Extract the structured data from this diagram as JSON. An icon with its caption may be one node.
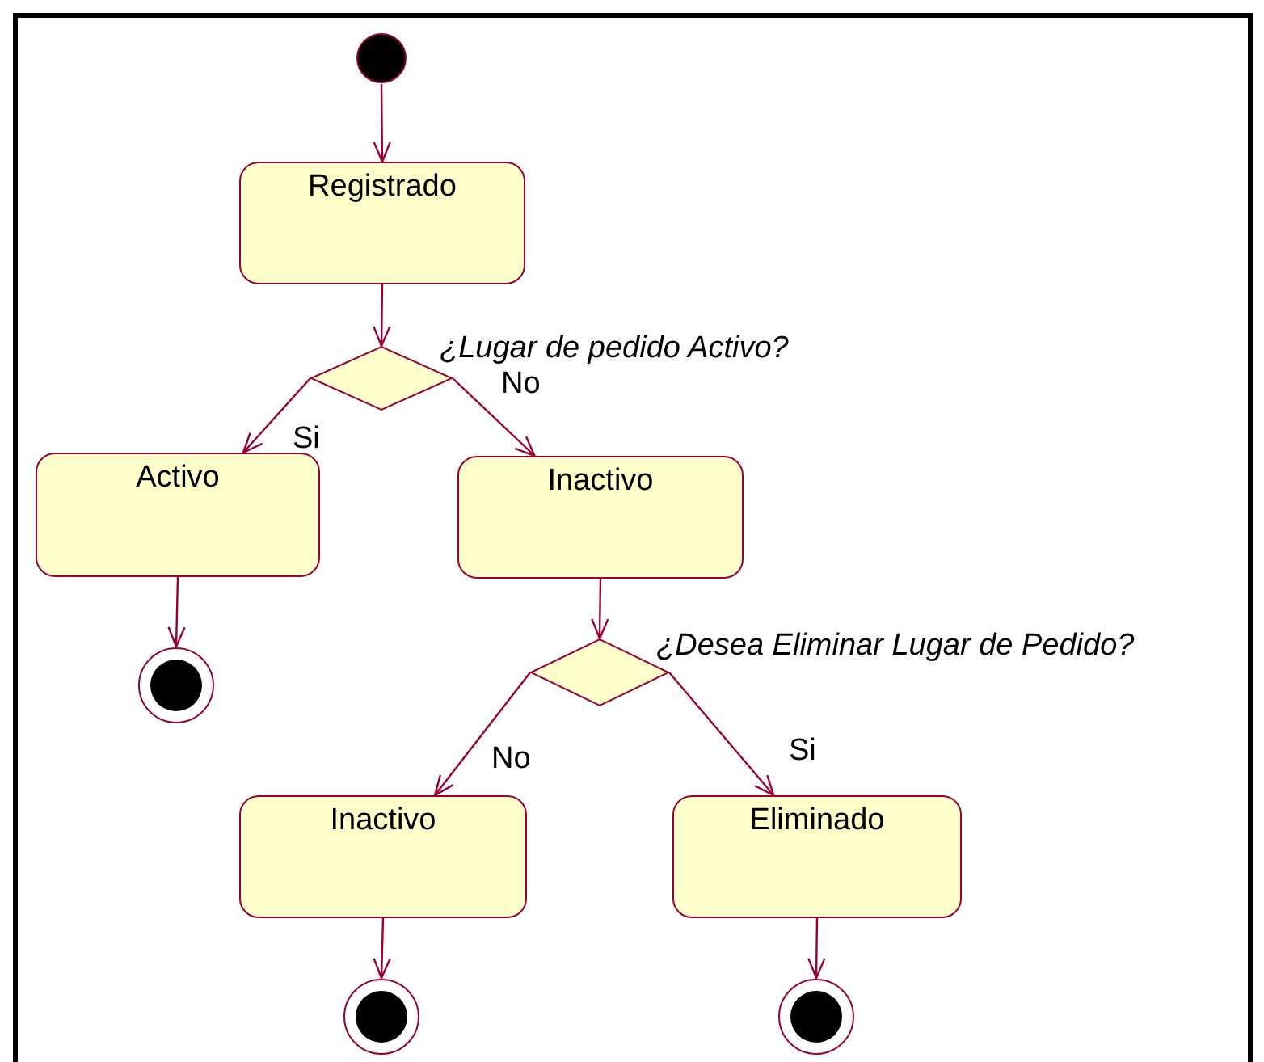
{
  "diagram": {
    "nodes": [
      {
        "text": [],
        "shape": "circle"
      },
      {
        "text": [
          "Registrado"
        ]
      },
      {
        "text": [],
        "shape": "diamond",
        "beside": [
          "¿Lugar de pedido Activo?"
        ]
      },
      {
        "text": [
          "Activo"
        ]
      },
      {
        "text": [
          "Inactivo"
        ]
      },
      {
        "text": [],
        "shape": "circle"
      },
      {
        "text": [],
        "shape": "diamond",
        "beside": [
          "¿Desea Eliminar Lugar de Pedido?"
        ]
      },
      {
        "text": [
          "Inactivo"
        ]
      },
      {
        "text": [
          "Eliminado"
        ]
      },
      {
        "text": [],
        "shape": "circle"
      },
      {
        "text": [],
        "shape": "circle"
      }
    ],
    "edges": [
      {
        "from": 0,
        "to": 1,
        "arrow": "to"
      },
      {
        "from": 1,
        "to": 2,
        "arrow": "to"
      },
      {
        "from": 2,
        "to": 3,
        "arrow": "to",
        "label": "Si"
      },
      {
        "from": 2,
        "to": 4,
        "arrow": "to",
        "label": "No"
      },
      {
        "from": 3,
        "to": 5,
        "arrow": "to"
      },
      {
        "from": 4,
        "to": 6,
        "arrow": "to"
      },
      {
        "from": 6,
        "to": 7,
        "arrow": "to",
        "label": "No"
      },
      {
        "from": 6,
        "to": 8,
        "arrow": "to",
        "label": "Si"
      },
      {
        "from": 7,
        "to": 9,
        "arrow": "to"
      },
      {
        "from": 8,
        "to": 10,
        "arrow": "to"
      }
    ]
  }
}
